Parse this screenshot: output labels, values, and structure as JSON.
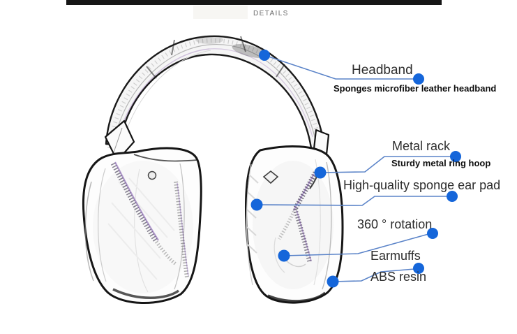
{
  "header": {
    "title": "DETAILS",
    "bar_color": "#161616",
    "title_color": "#696969"
  },
  "colors": {
    "accent_dot_blue": "#1566da",
    "callout_line_blue": "#5a83c8",
    "sketch_outline": "#161616",
    "sketch_purple_accent": "#6b3fa0"
  },
  "callouts": [
    {
      "title": "Headband",
      "subtitle": "Sponges microfiber leather headband"
    },
    {
      "title": "Metal rack",
      "subtitle": "Sturdy metal ring hoop"
    },
    {
      "title": "High-quality sponge ear pad"
    },
    {
      "title": "360 ° rotation"
    },
    {
      "title": "Earmuffs",
      "subtitle": "ABS resin"
    }
  ]
}
